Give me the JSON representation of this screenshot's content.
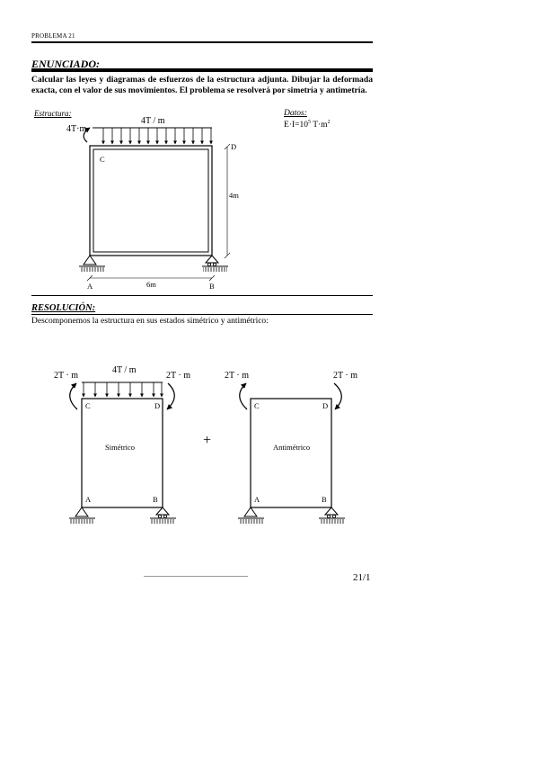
{
  "header": {
    "label": "PROBLEMA 21"
  },
  "enunciado": {
    "title": "ENUNCIADO:",
    "text": "Calcular las leyes y diagramas de esfuerzos de la estructura adjunta. Dibujar la deformada exacta, con el valor de sus movimientos. El problema se resolverá por simetría y antimetría."
  },
  "estructura": {
    "label": "Estructura:",
    "load_label": "4T / m",
    "moment_label": "4T·m",
    "node_c": "C",
    "node_d": "D",
    "node_a": "A",
    "node_b": "B",
    "height_label": "4m",
    "span_label": "6m"
  },
  "datos": {
    "label": "Datos:",
    "ei_prefix": "E·I=10",
    "ei_exp": "5",
    "ei_unit": " T·m",
    "ei_unit_exp": "2"
  },
  "resolucion": {
    "title": "RESOLUCIÓN:",
    "text": "Descomponemos la estructura en sus estados simétrico y antimétrico:"
  },
  "simetrico": {
    "moment_left": "2T · m",
    "moment_right": "2T · m",
    "load_label": "4T / m",
    "node_c": "C",
    "node_d": "D",
    "node_a": "A",
    "node_b": "B",
    "label": "Simétrico"
  },
  "plus_sign": "+",
  "antimetrico": {
    "moment_left": "2T · m",
    "moment_right": "2T · m",
    "node_c": "C",
    "node_d": "D",
    "node_a": "A",
    "node_b": "B",
    "label": "Antimétrico"
  },
  "footer": {
    "page_number": "21/1"
  }
}
